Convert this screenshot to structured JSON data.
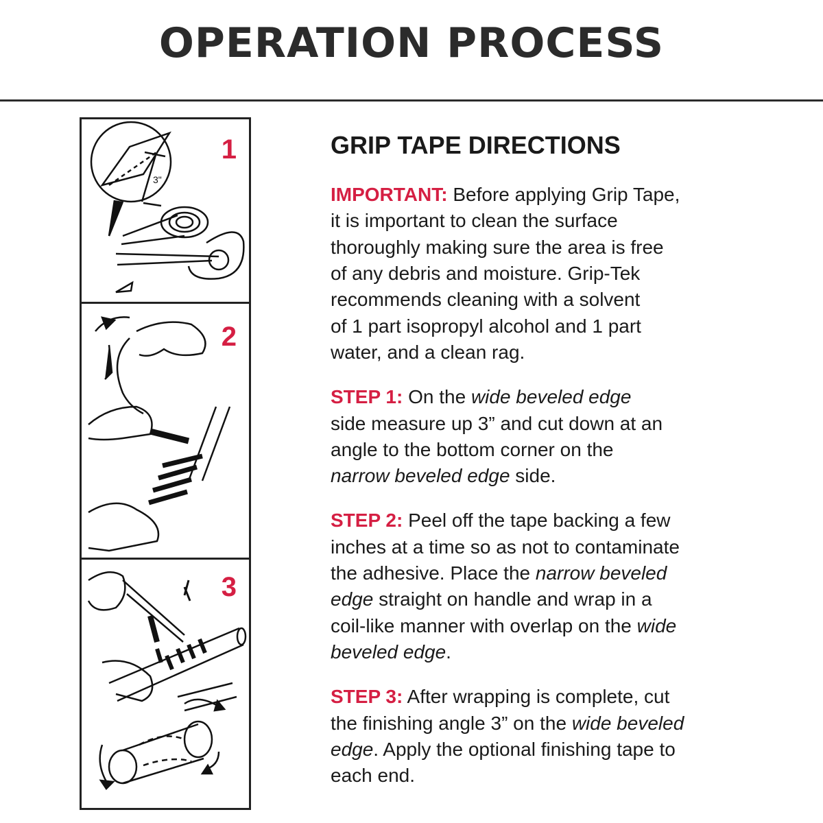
{
  "page": {
    "title": "OPERATION PROCESS"
  },
  "panels": [
    {
      "number": "1",
      "measure_label": "3\""
    },
    {
      "number": "2"
    },
    {
      "number": "3"
    }
  ],
  "directions": {
    "heading": "GRIP TAPE DIRECTIONS",
    "important": {
      "lead": "IMPORTANT:",
      "lines": [
        " Before applying Grip Tape,",
        "it is important to clean the surface",
        "thoroughly making sure the area is free",
        "of any debris and moisture. Grip-Tek",
        "recommends cleaning with a solvent",
        "of 1 part isopropyl alcohol and 1 part",
        "water, and a clean rag."
      ]
    },
    "step1": {
      "lead": "STEP 1:",
      "l1a": " On the ",
      "l1b": "wide beveled edge",
      "l2": "side measure up 3” and cut down at an",
      "l3": "angle to the bottom corner on the",
      "l4a": "narrow beveled edge",
      "l4b": " side."
    },
    "step2": {
      "lead": "STEP 2:",
      "l1": " Peel off the tape backing a few",
      "l2": "inches at a time so as not to contaminate",
      "l3a": "the adhesive.  Place the ",
      "l3b": "narrow beveled",
      "l4a": "edge",
      "l4b": " straight on handle and wrap in a",
      "l5a": "coil-like manner with overlap on the ",
      "l5b": "wide",
      "l6a": "beveled edge",
      "l6b": "."
    },
    "step3": {
      "lead": "STEP 3:",
      "l1": " After wrapping is complete, cut",
      "l2a": "the finishing angle 3” on the ",
      "l2b": "wide beveled",
      "l3a": "edge",
      "l3b": ".  Apply the optional finishing tape to",
      "l4": "each end."
    }
  },
  "colors": {
    "accent": "#d51f43",
    "text": "#1a1a1a",
    "rule": "#2b2b2b"
  }
}
